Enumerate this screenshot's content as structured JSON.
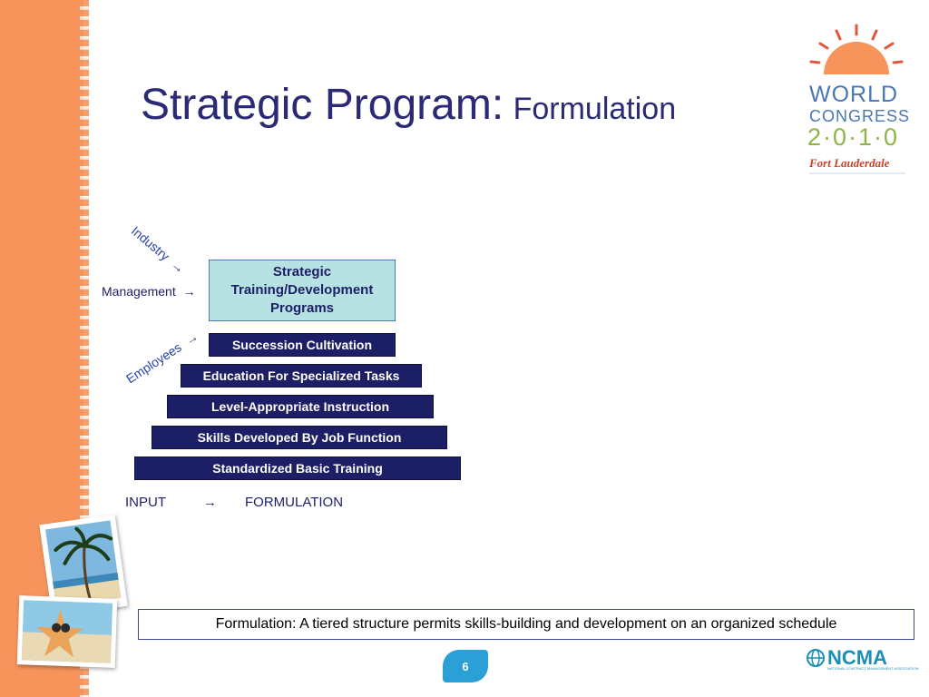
{
  "slide": {
    "title_main": "Strategic Program:",
    "title_sub": "Formulation",
    "page_number": "6",
    "caption": "Formulation: A tiered structure permits skills-building and development on an organized schedule"
  },
  "logo": {
    "line1": "WORLD",
    "line2": "CONGRESS",
    "line3": "2·0·1·0",
    "line4": "Fort Lauderdale"
  },
  "ncma_logo": {
    "text": "NCMA",
    "tagline": "NATIONAL CONTRACT MANAGEMENT ASSOCIATION"
  },
  "pyramid": {
    "top_lines": [
      "Strategic",
      "Training/Development",
      "Programs"
    ],
    "tiers": [
      "Succession Cultivation",
      "Education For Specialized Tasks",
      "Level-Appropriate Instruction",
      "Skills Developed By Job Function",
      "Standardized Basic Training"
    ],
    "labels": {
      "industry": "Industry",
      "management": "Management",
      "employees": "Employees"
    },
    "arrow": "→"
  },
  "flow": {
    "input": "INPUT",
    "arrow": "→",
    "output": "FORMULATION"
  },
  "colors": {
    "band": "#f7945c",
    "title": "#2a2a75",
    "tier": "#1d1f66",
    "top_box": "#b7e2e4",
    "badge": "#2aa0d6"
  }
}
